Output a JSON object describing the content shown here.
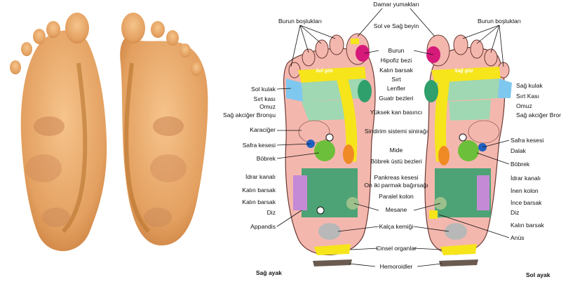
{
  "captions": {
    "right_foot": "Sağ ayak",
    "left_foot": "Sol ayak"
  },
  "center_labels": [
    "Damar yumakları",
    "Sol ve Sağ beyin",
    "Burun",
    "Hipofiz bezi",
    "Kalın barsak",
    "Sırt",
    "Lenfler",
    "Guatr bezleri",
    "Yüksek kan basıncı",
    "Sindirim sistemi sinirağı",
    "Mide",
    "Böbrek üstü bezleri",
    "Pankreas kesesi",
    "On iki parmak bağırsağı",
    "Paralel kolon",
    "Mesane",
    "Kalça kemiği",
    "Cinsel organlar",
    "Hemoroidler"
  ],
  "right_foot_labels": [
    "Burun boşlukları",
    "Sol kulak",
    "Sırt kası",
    "Omuz",
    "Sağ akciğer Bronşu",
    "Karaciğer",
    "Safra kesesi",
    "Böbrek",
    "İdrar kanalı",
    "Kalın barsak",
    "Kalın barsak",
    "Diz",
    "Appandis"
  ],
  "left_foot_labels": [
    "Burun boşlukları",
    "Sağ kulak",
    "Sırt Kası",
    "Omuz",
    "Sağ akciğer Bronşu",
    "Safra kesesi",
    "Dalak",
    "Böbrek",
    "İdrar kanalı",
    "İnen kolon",
    "İnce barsak",
    "Diz",
    "Kalın barsak",
    "Anüs"
  ],
  "toe_labels": {
    "right": "Sol göz",
    "left": "Sağ göz"
  },
  "colors": {
    "skin": "#e8a86a",
    "zone_pink": "#f4b7ae",
    "zone_yellow": "#f6e51a",
    "zone_green": "#2fa06b",
    "zone_light_green": "#9fd8b2",
    "zone_blue": "#7ec8ef",
    "zone_purple": "#c48ad6",
    "zone_magenta": "#d61a7a",
    "zone_orange": "#f08a24",
    "zone_gray": "#b8b8b8"
  },
  "icons": [
    "photo-right-sole",
    "photo-left-sole"
  ]
}
